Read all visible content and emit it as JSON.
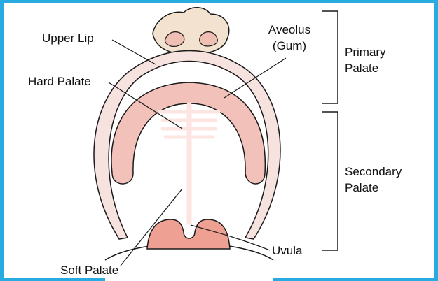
{
  "labels": {
    "upper_lip": "Upper Lip",
    "hard_palate": "Hard Palate",
    "aveolus_line1": "Aveolus",
    "aveolus_line2": "(Gum)",
    "soft_palate": "Soft Palate",
    "uvula": "Uvula",
    "primary_line1": "Primary",
    "primary_line2": "Palate",
    "secondary_line1": "Secondary",
    "secondary_line2": "Palate"
  },
  "colors": {
    "frame": "#29abe2",
    "lip": "#f6e2de",
    "gum": "#f2c2ba",
    "uvula": "#eea092",
    "nose": "#f3e2cf",
    "nostril": "#f0bfb4",
    "midline": "#fde6e1",
    "outline": "#1a1a1a"
  }
}
